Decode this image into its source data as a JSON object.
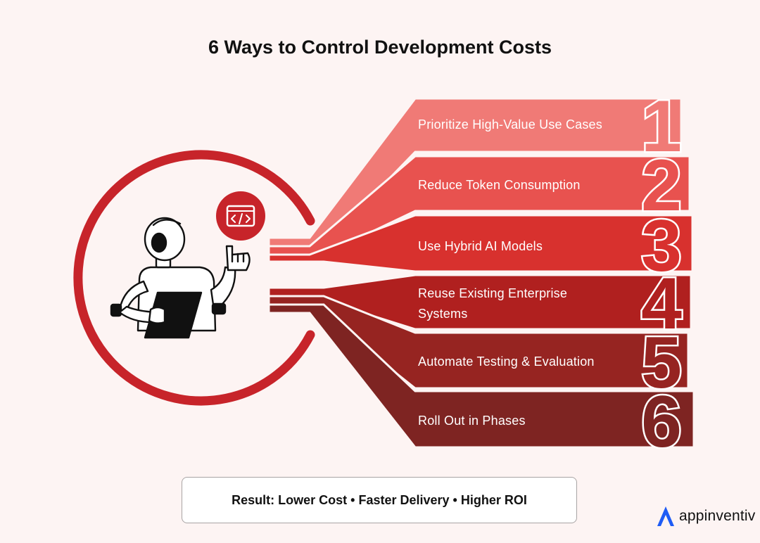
{
  "title": "6 Ways to Control Development Costs",
  "items": [
    {
      "number": "1",
      "label": "Prioritize High-Value Use Cases",
      "color": "#f07a76"
    },
    {
      "number": "2",
      "label": "Reduce Token Consumption",
      "color": "#e8524f"
    },
    {
      "number": "3",
      "label": "Use Hybrid AI Models",
      "color": "#d8312e"
    },
    {
      "number": "4",
      "label": "Reuse Existing Enterprise Systems",
      "color": "#b0201f"
    },
    {
      "number": "5",
      "label": "Automate Testing & Evaluation",
      "color": "#962421"
    },
    {
      "number": "6",
      "label": "Roll Out in Phases",
      "color": "#7e2422"
    }
  ],
  "result": "Result: Lower Cost • Faster Delivery • Higher ROI",
  "brand": {
    "name": "appinventiv",
    "color": "#1f5cf5"
  },
  "colors": {
    "ring": "#c7242a",
    "background": "#fdf4f3"
  },
  "icons": {
    "robot": "robot-illustration-icon",
    "code": "code-brackets-icon",
    "logo": "appinventiv-logo-icon"
  }
}
